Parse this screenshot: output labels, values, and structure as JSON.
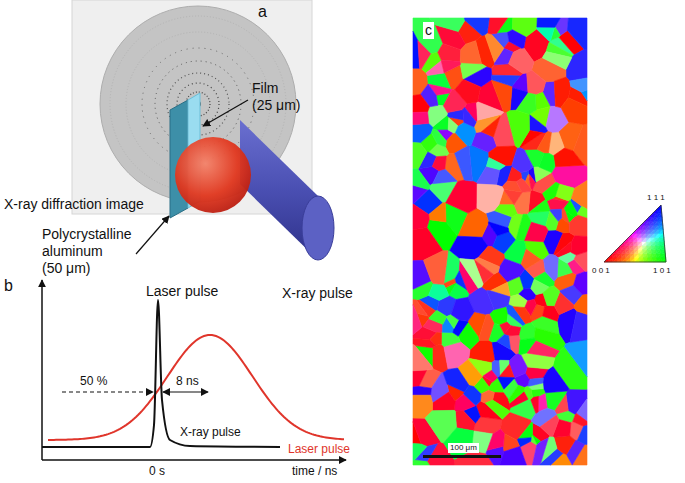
{
  "diagram": {
    "labels": [
      "a",
      "X-ray diffraction image",
      "Film (25 μm)",
      "Polycrystalline aluminum (50 μm)",
      "Laser pulse",
      "X-ray pulse",
      "b",
      "50 %",
      "8 ns",
      "X-ray pulse",
      "Laser pulse",
      "0 s",
      "time / ns",
      "c",
      "100 μm",
      "1 1 1",
      "0 0 1",
      "1 0 1"
    ]
  }
}
